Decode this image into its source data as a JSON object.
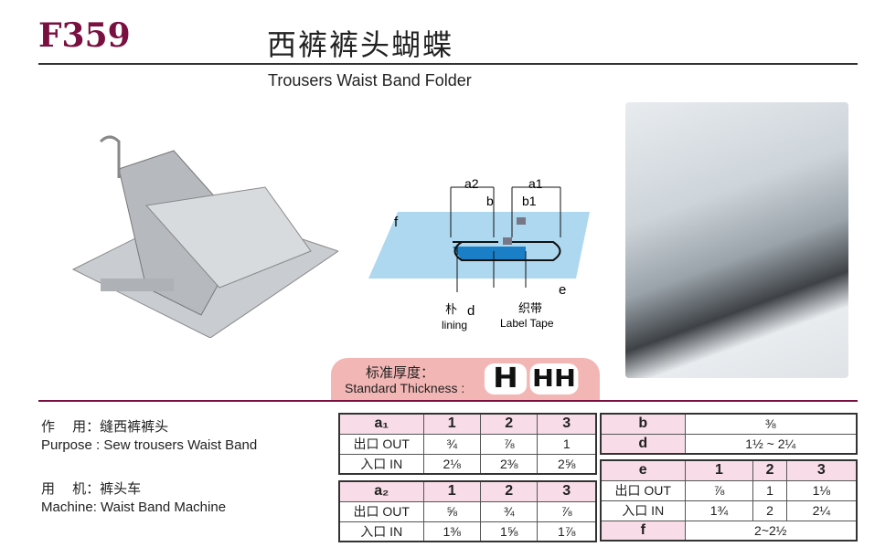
{
  "header": {
    "code": "F359",
    "title_cn": "西裤裤头蝴蝶",
    "title_en": "Trousers Waist Band Folder"
  },
  "diagram": {
    "a2": "a2",
    "a1": "a1",
    "b": "b",
    "b1": "b1",
    "f": "f",
    "d": "d",
    "e": "e",
    "lining_cn": "朴",
    "lining_en": "lining",
    "tape_cn": "织带",
    "tape_en": "Label Tape"
  },
  "thickness": {
    "label_cn": "标准厚度：",
    "label_en": "Standard Thickness :",
    "badges": [
      "H",
      "HH"
    ]
  },
  "info": {
    "purpose_cn": "作　 用：缝西裤裤头",
    "purpose_en": "Purpose : Sew trousers Waist Band",
    "machine_cn": "用　 机：裤头车",
    "machine_en": "Machine:  Waist Band Machine"
  },
  "tables": {
    "a1": {
      "header": [
        "a₁",
        "1",
        "2",
        "3"
      ],
      "rows": [
        [
          "出口 OUT",
          "¾",
          "⅞",
          "1"
        ],
        [
          "入口 IN",
          "2⅛",
          "2⅜",
          "2⅝"
        ]
      ]
    },
    "a2": {
      "header": [
        "a₂",
        "1",
        "2",
        "3"
      ],
      "rows": [
        [
          "出口 OUT",
          "⅝",
          "¾",
          "⅞"
        ],
        [
          "入口 IN",
          "1⅜",
          "1⅝",
          "1⅞"
        ]
      ]
    },
    "bd": {
      "rows": [
        [
          "b",
          "⅜"
        ],
        [
          "d",
          "1½ ~ 2¼"
        ]
      ]
    },
    "e": {
      "header": [
        "e",
        "1",
        "2",
        "3"
      ],
      "rows": [
        [
          "出口 OUT",
          "⅞",
          "1",
          "1⅛"
        ],
        [
          "入口 IN",
          "1¾",
          "2",
          "2¼"
        ]
      ],
      "f": [
        "f",
        "2~2½"
      ]
    }
  }
}
